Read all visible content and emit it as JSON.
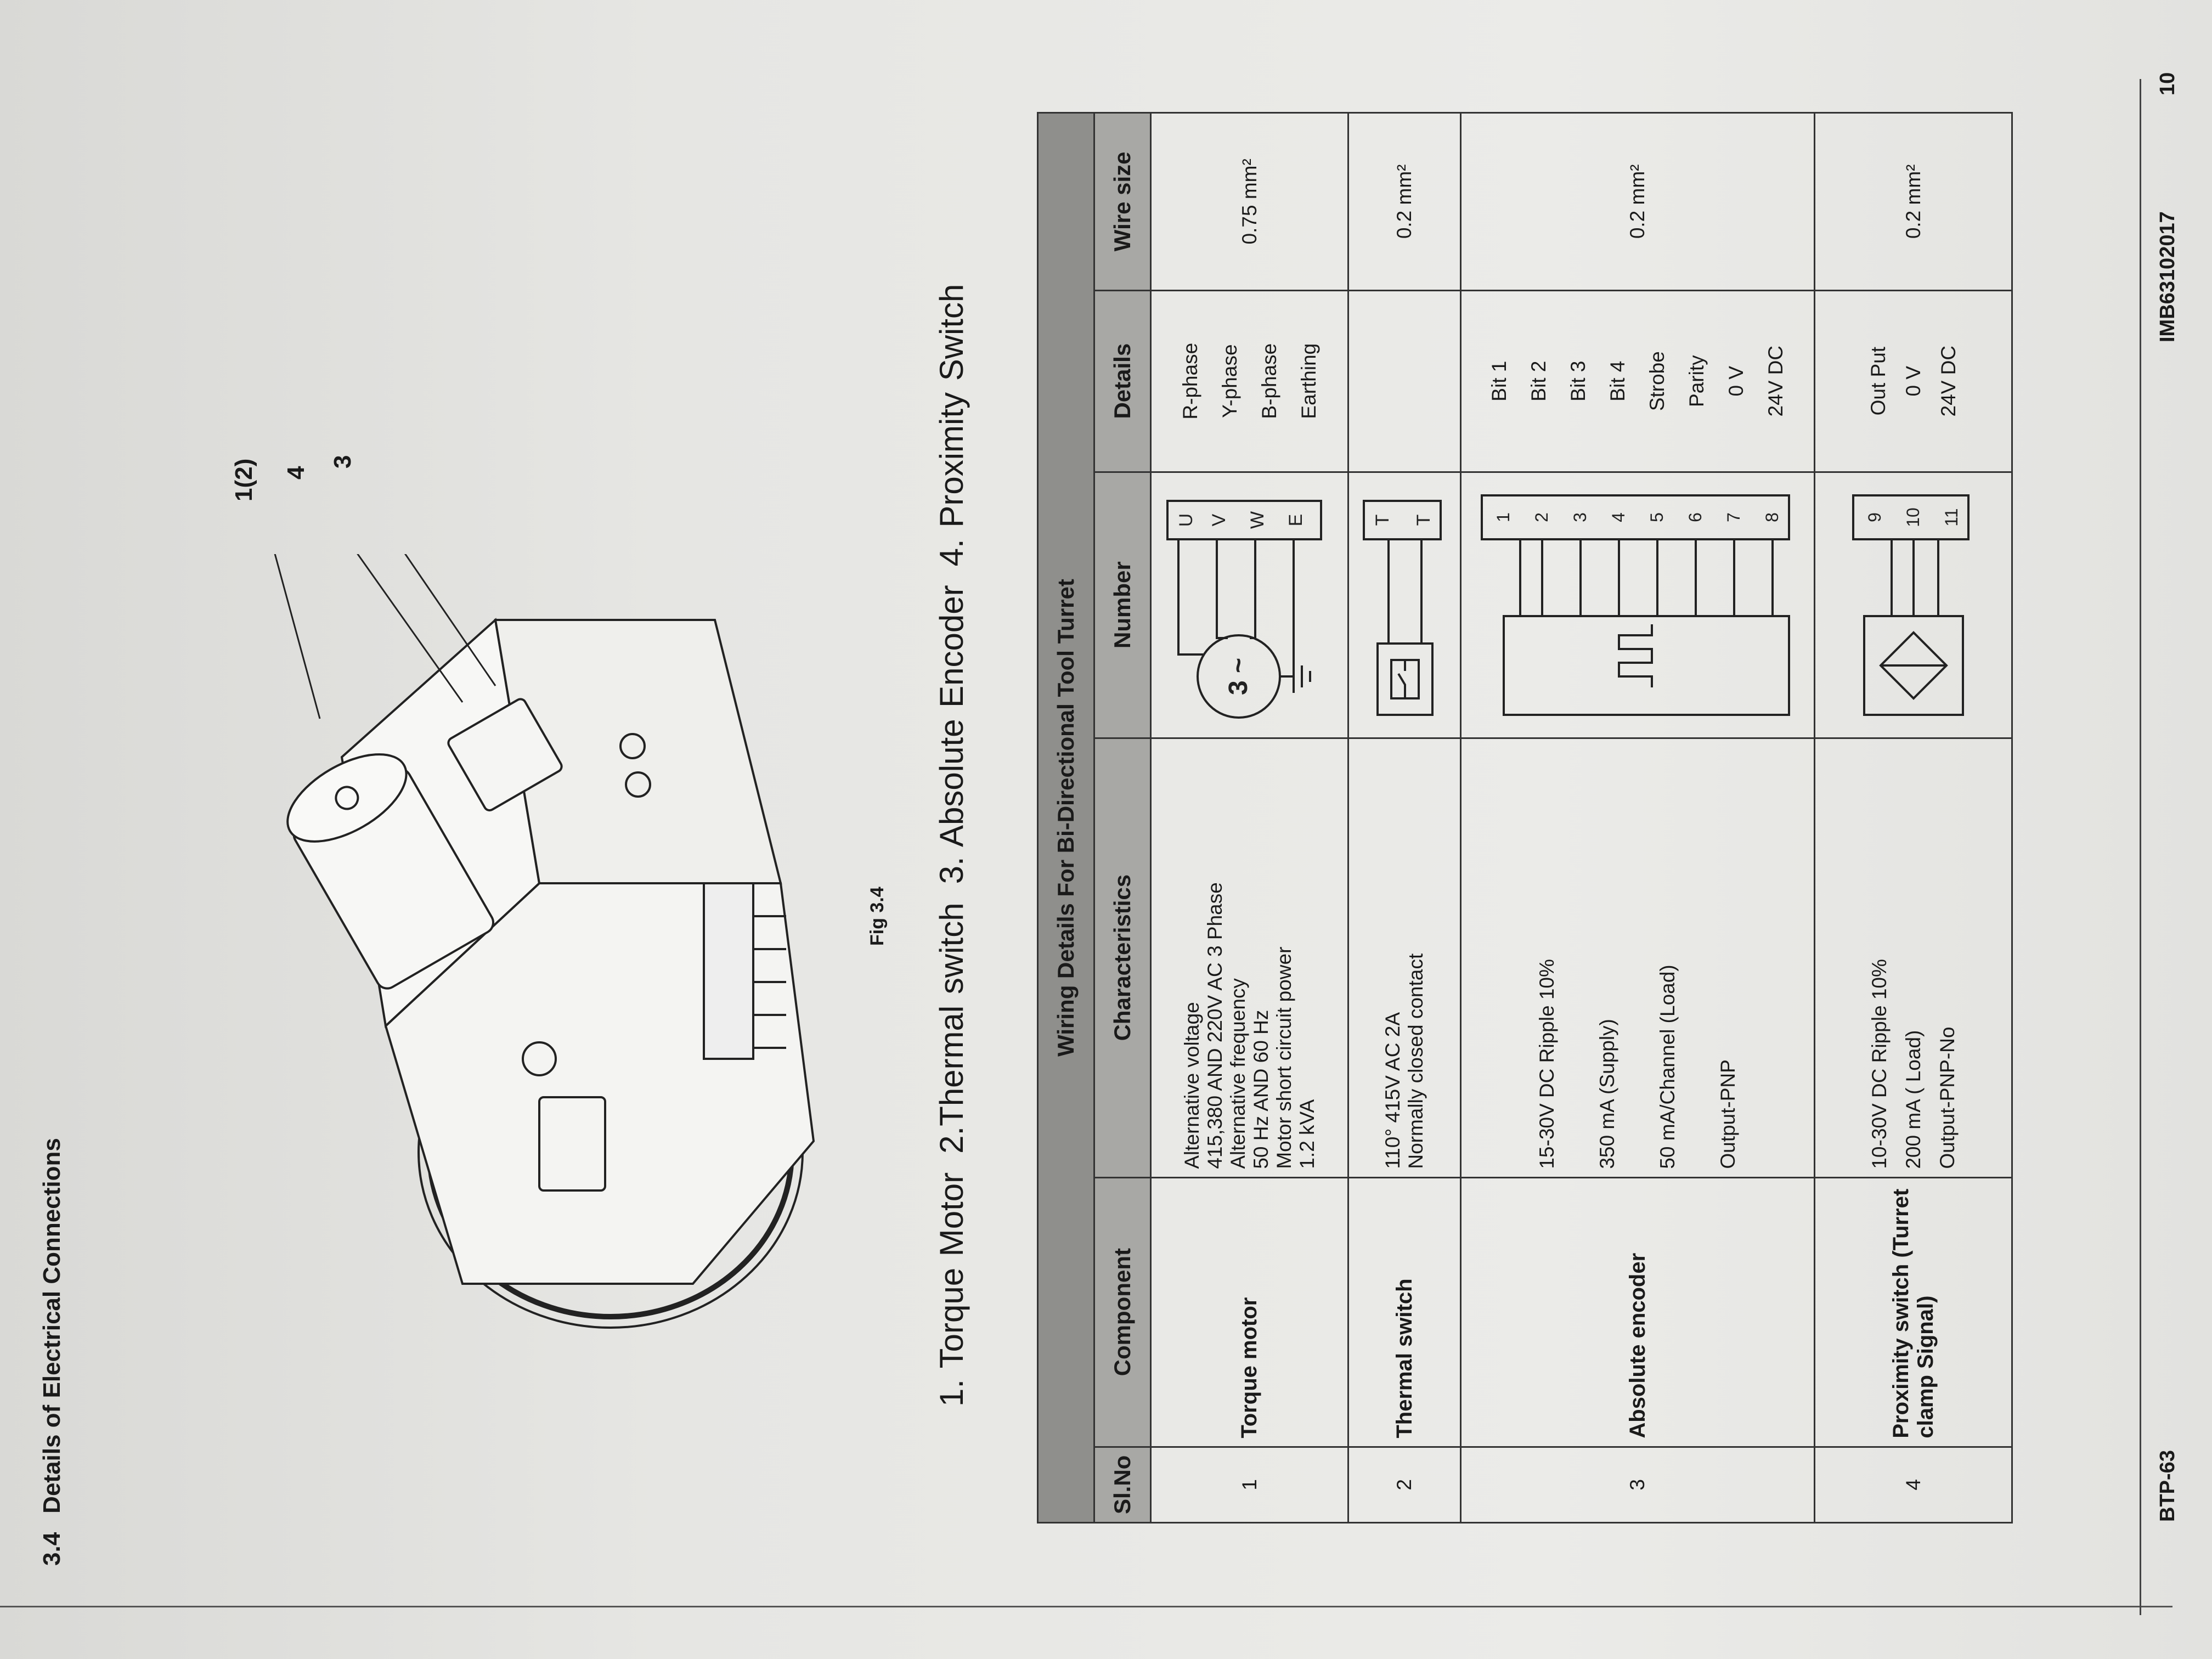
{
  "section": {
    "number": "3.4",
    "title": "Details of Electrical Connections"
  },
  "figure": {
    "caption": "Fig 3.4",
    "callouts": [
      "1(2)",
      "4",
      "3"
    ]
  },
  "legend": [
    "1. Torque Motor",
    "2.Thermal switch",
    "3. Absolute Encoder",
    "4. Proximity Switch"
  ],
  "table": {
    "title": "Wiring Details For Bi-Directional Tool Turret",
    "headers": [
      "Sl.No",
      "Component",
      "Characteristics",
      "Number",
      "Details",
      "Wire size"
    ],
    "rows": [
      {
        "sl": "1",
        "component": "Torque motor",
        "characteristics": [
          "Alternative voltage",
          "415,380 AND 220V AC 3 Phase",
          "Alternative frequency",
          "50 Hz AND 60 Hz",
          "Motor short circuit power",
          "1.2 kVA"
        ],
        "number": {
          "symbol": "3 ~",
          "terminals": [
            "U",
            "V",
            "W",
            "E"
          ]
        },
        "details": [
          "R-phase",
          "Y-phase",
          "B-phase",
          "Earthing"
        ],
        "wire": "0.75 mm²"
      },
      {
        "sl": "2",
        "component": "Thermal switch",
        "characteristics": [
          "110° 415V AC 2A",
          "Normally closed contact"
        ],
        "number": {
          "terminals": [
            "T",
            "T"
          ]
        },
        "details": [],
        "wire": "0.2 mm²"
      },
      {
        "sl": "3",
        "component": "Absolute encoder",
        "characteristics": [
          "15-30V  DC Ripple 10%",
          "350 mA (Supply)",
          "50 mA/Channel (Load)",
          "Output-PNP"
        ],
        "number": {
          "terminals": [
            "1",
            "2",
            "3",
            "4",
            "5",
            "6",
            "7",
            "8"
          ]
        },
        "details": [
          "Bit 1",
          "Bit 2",
          "Bit 3",
          "Bit 4",
          "Strobe",
          "Parity",
          "0 V",
          "24V DC"
        ],
        "wire": "0.2 mm²"
      },
      {
        "sl": "4",
        "component": "Proximity switch (Turret clamp Signal)",
        "characteristics": [
          "10-30V  DC Ripple 10%",
          "200 mA ( Load)",
          "Output-PNP-No"
        ],
        "number": {
          "terminals": [
            "9",
            "10",
            "11"
          ]
        },
        "details": [
          "Out Put",
          "0 V",
          "24V DC"
        ],
        "wire": "0.2 mm²"
      }
    ]
  },
  "footer": {
    "left": "BTP-63",
    "doc_id": "IMB63102017",
    "page": "10"
  }
}
